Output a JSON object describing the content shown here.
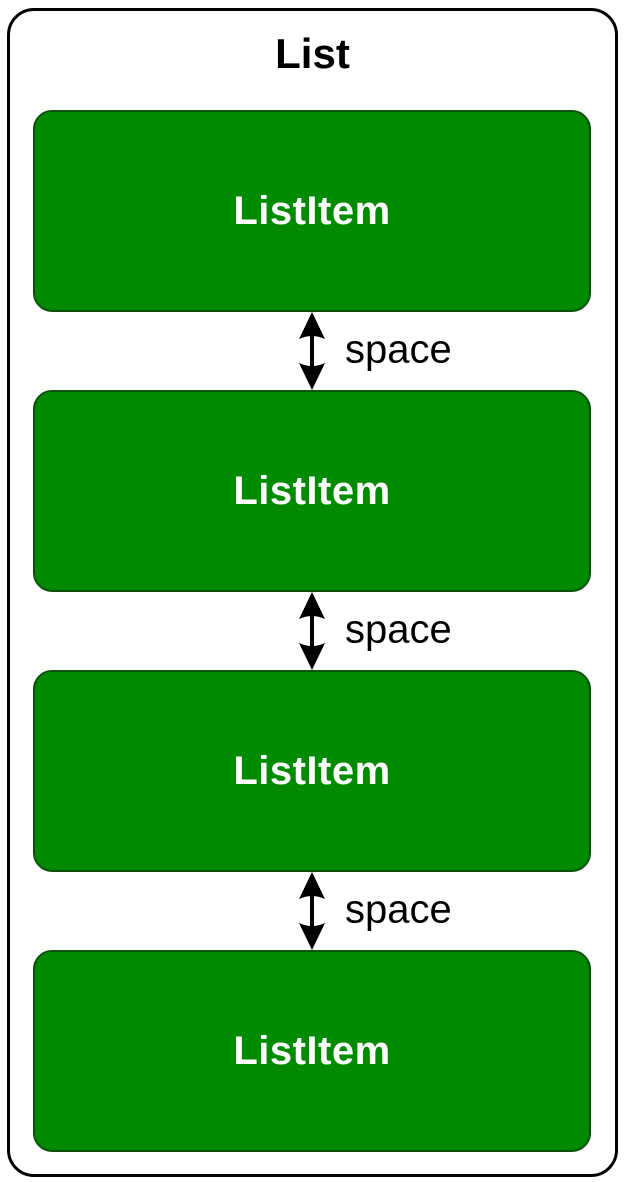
{
  "diagram": {
    "title": "List",
    "items": [
      {
        "label": "ListItem"
      },
      {
        "label": "ListItem"
      },
      {
        "label": "ListItem"
      },
      {
        "label": "ListItem"
      }
    ],
    "spacers": [
      {
        "label": "space",
        "icon": "vertical-double-arrow-icon"
      },
      {
        "label": "space",
        "icon": "vertical-double-arrow-icon"
      },
      {
        "label": "space",
        "icon": "vertical-double-arrow-icon"
      }
    ],
    "colors": {
      "background": "#FFFFFF",
      "container_border": "#000000",
      "item_fill": "#008A00",
      "item_border": "#0D4F0D",
      "item_text": "#FFFFFF",
      "title_text": "#000000",
      "spacer_label_text": "#000000",
      "arrow": "#000000"
    }
  }
}
